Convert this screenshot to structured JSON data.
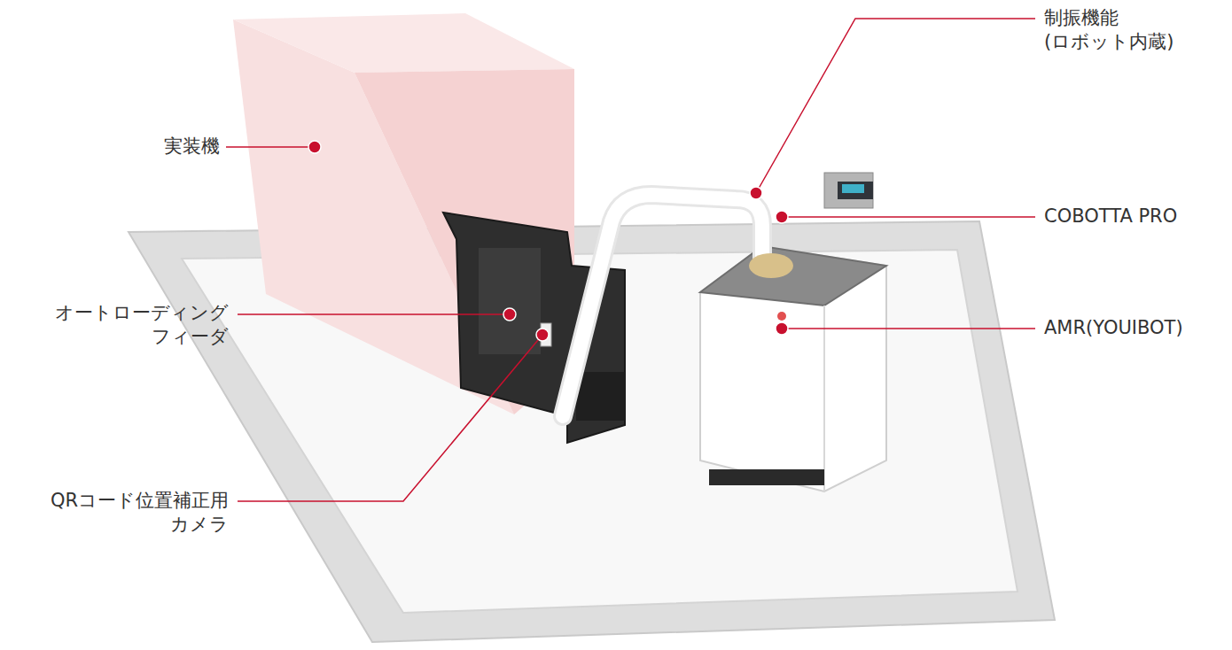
{
  "diagram": {
    "labels": [
      "制振機能 (ロボット内蔵)",
      "実装機",
      "COBOTTA PRO",
      "オートローディング フィーダ",
      "AMR(YOUIBOT)",
      "QRコード位置補正用 カメラ"
    ]
  }
}
